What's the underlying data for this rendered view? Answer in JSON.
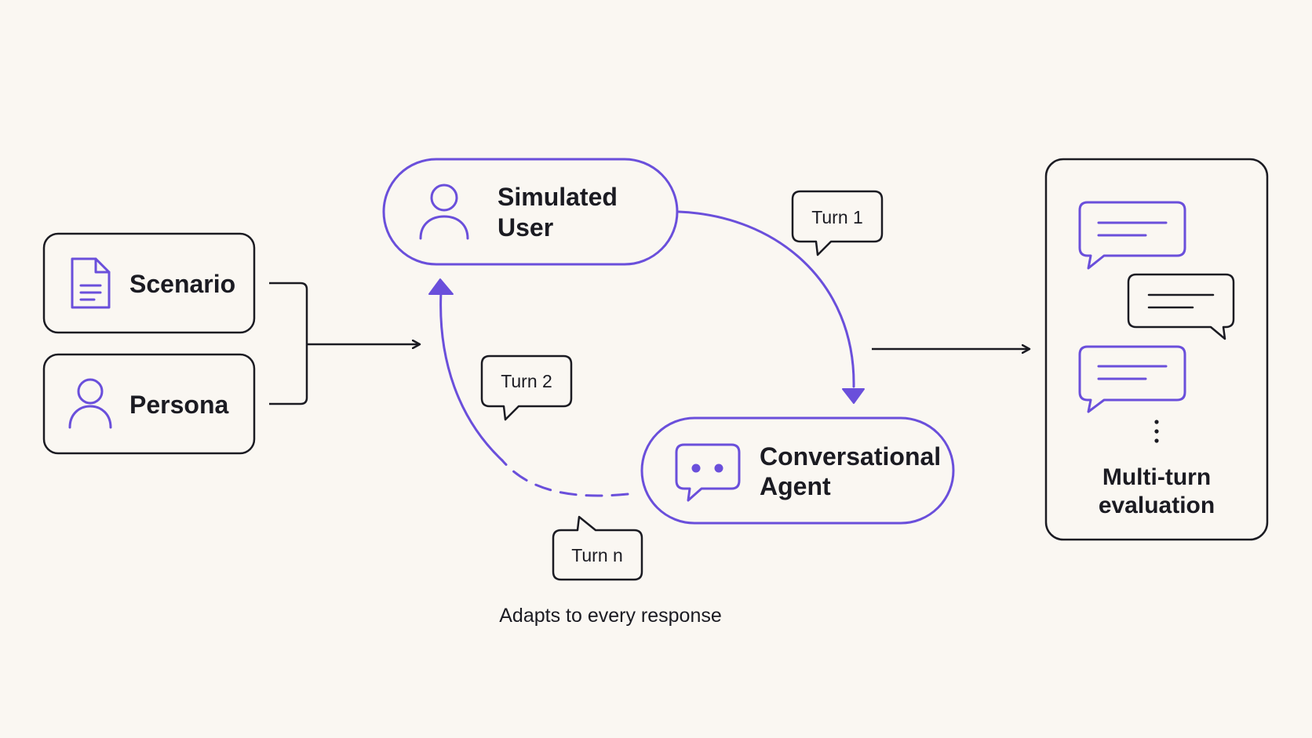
{
  "colors": {
    "background": "#faf7f2",
    "accent": "#6a4fdb",
    "ink": "#1b1b22"
  },
  "inputs": {
    "scenario": {
      "label": "Scenario",
      "icon": "document-icon"
    },
    "persona": {
      "label": "Persona",
      "icon": "person-icon"
    }
  },
  "simulated_user": {
    "line1": "Simulated",
    "line2": "User",
    "icon": "person-icon"
  },
  "agent": {
    "line1": "Conversational",
    "line2": "Agent",
    "icon": "chat-bubble-icon"
  },
  "turns": {
    "turn1": "Turn 1",
    "turn2": "Turn 2",
    "turnn": "Turn n"
  },
  "caption": "Adapts to every response",
  "evaluation": {
    "line1": "Multi-turn",
    "line2": "evaluation",
    "icon": "chat-transcript-icon"
  }
}
